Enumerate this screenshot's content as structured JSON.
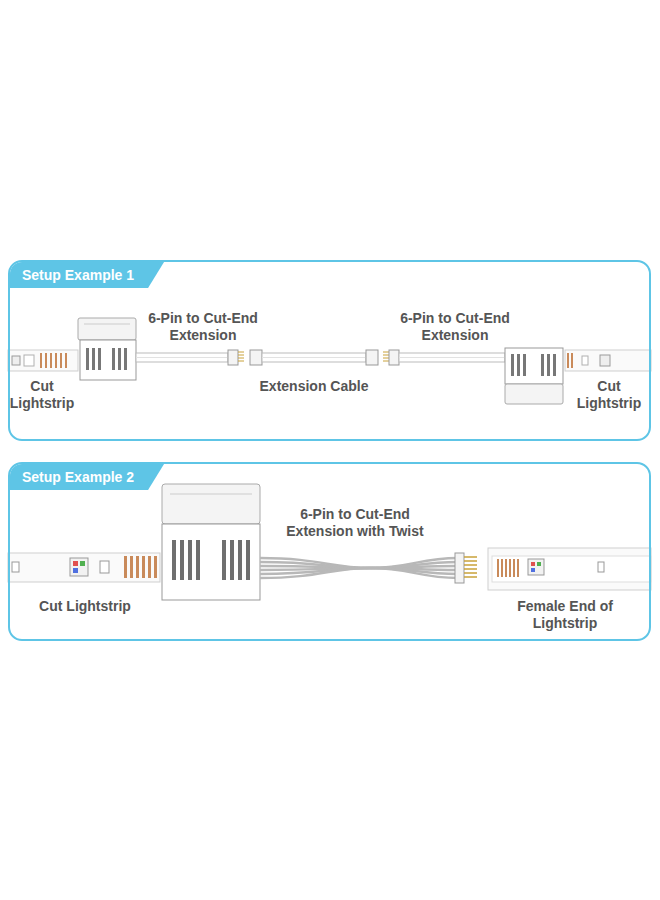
{
  "diagram": {
    "nodes": [
      {
        "text": [
          "Setup Example 1"
        ]
      },
      {
        "text": [
          "Setup Example 2"
        ]
      }
    ],
    "labels": [
      "6-Pin to Cut-End Extension",
      "6-Pin to Cut-End Extension",
      "Cut Lightstrip",
      "Extension Cable",
      "Cut Lightstrip",
      "6-Pin to Cut-End Extension with Twist",
      "Cut Lightstrip",
      "Female End of Lightstrip"
    ]
  }
}
